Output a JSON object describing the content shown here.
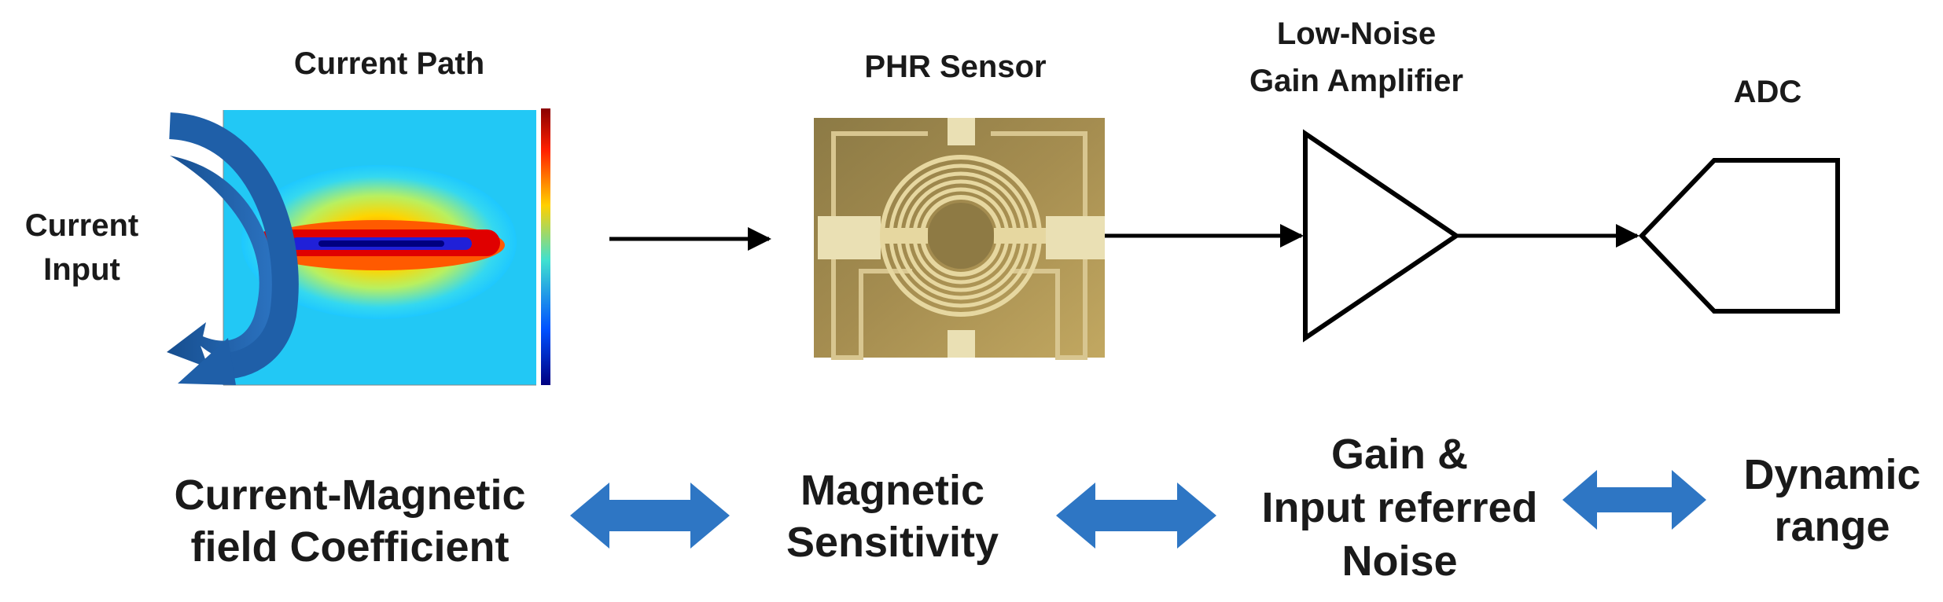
{
  "top_labels": {
    "current_path": "Current Path",
    "current_input_line1": "Current",
    "current_input_line2": "Input",
    "phr_sensor": "PHR Sensor",
    "lna_line1": "Low-Noise",
    "lna_line2": "Gain Amplifier",
    "adc": "ADC"
  },
  "bottom_labels": {
    "coefficient_line1": "Current-Magnetic",
    "coefficient_line2": "field Coefficient",
    "sensitivity_line1": "Magnetic",
    "sensitivity_line2": "Sensitivity",
    "gain_line1": "Gain &",
    "gain_line2": "Input referred",
    "gain_line3": "Noise",
    "dynamic_line1": "Dynamic",
    "dynamic_line2": "range"
  },
  "colors": {
    "double_arrow": "#2e76c4",
    "curved_arrow": "#1f5fa8",
    "signal_line": "#000000",
    "sensor_background": "#b39a55",
    "sensor_metal": "#e8d9a8"
  },
  "icons": {
    "current_path": "magnetic-field-heatmap",
    "phr_sensor": "sensor-micrograph",
    "amplifier": "triangle-amplifier-symbol",
    "adc": "adc-pentagon-symbol"
  }
}
